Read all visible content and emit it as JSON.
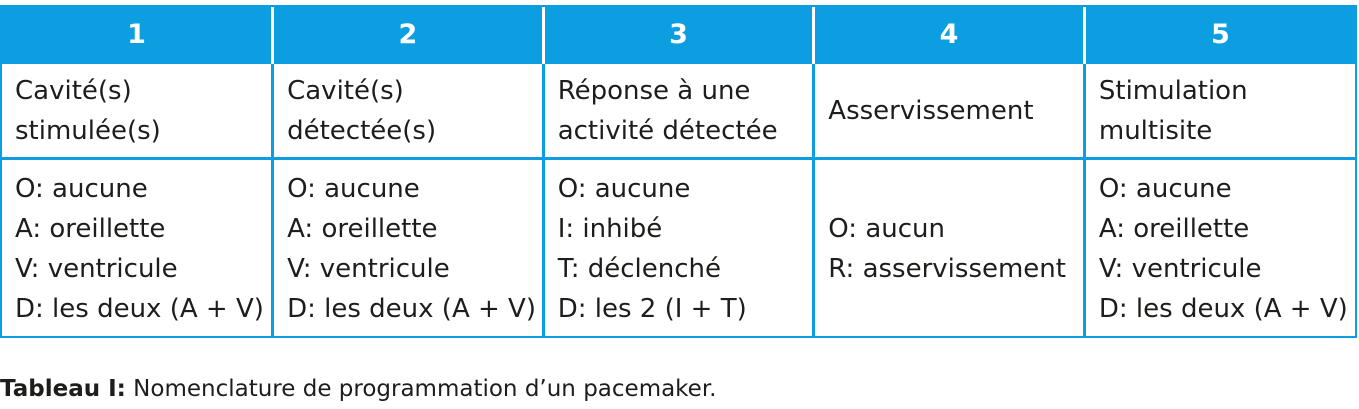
{
  "table": {
    "headers": [
      "1",
      "2",
      "3",
      "4",
      "5"
    ],
    "titles": [
      [
        "Cavité(s)",
        "stimulée(s)"
      ],
      [
        "Cavité(s)",
        "détectée(s)"
      ],
      [
        "Réponse à une",
        "activité détectée"
      ],
      [
        "Asservissement"
      ],
      [
        "Stimulation",
        "multisite"
      ]
    ],
    "values": [
      [
        "O: aucune",
        "A: oreillette",
        "V: ventricule",
        "D: les deux (A + V)"
      ],
      [
        "O: aucune",
        "A: oreillette",
        "V: ventricule",
        "D: les deux (A + V)"
      ],
      [
        "O: aucune",
        "I: inhibé",
        "T: déclenché",
        "D: les 2 (I + T)"
      ],
      [
        "O: aucun",
        "R: asservissement"
      ],
      [
        "O: aucune",
        "A: oreillette",
        "V: ventricule",
        "D: les deux (A + V)"
      ]
    ]
  },
  "caption": {
    "label": "Tableau I:",
    "text": " Nomenclature de programmation d’un pacemaker."
  },
  "colors": {
    "header_background": "#0c9ee1",
    "header_text": "#ffffff",
    "body_text": "#1d1d1b"
  }
}
